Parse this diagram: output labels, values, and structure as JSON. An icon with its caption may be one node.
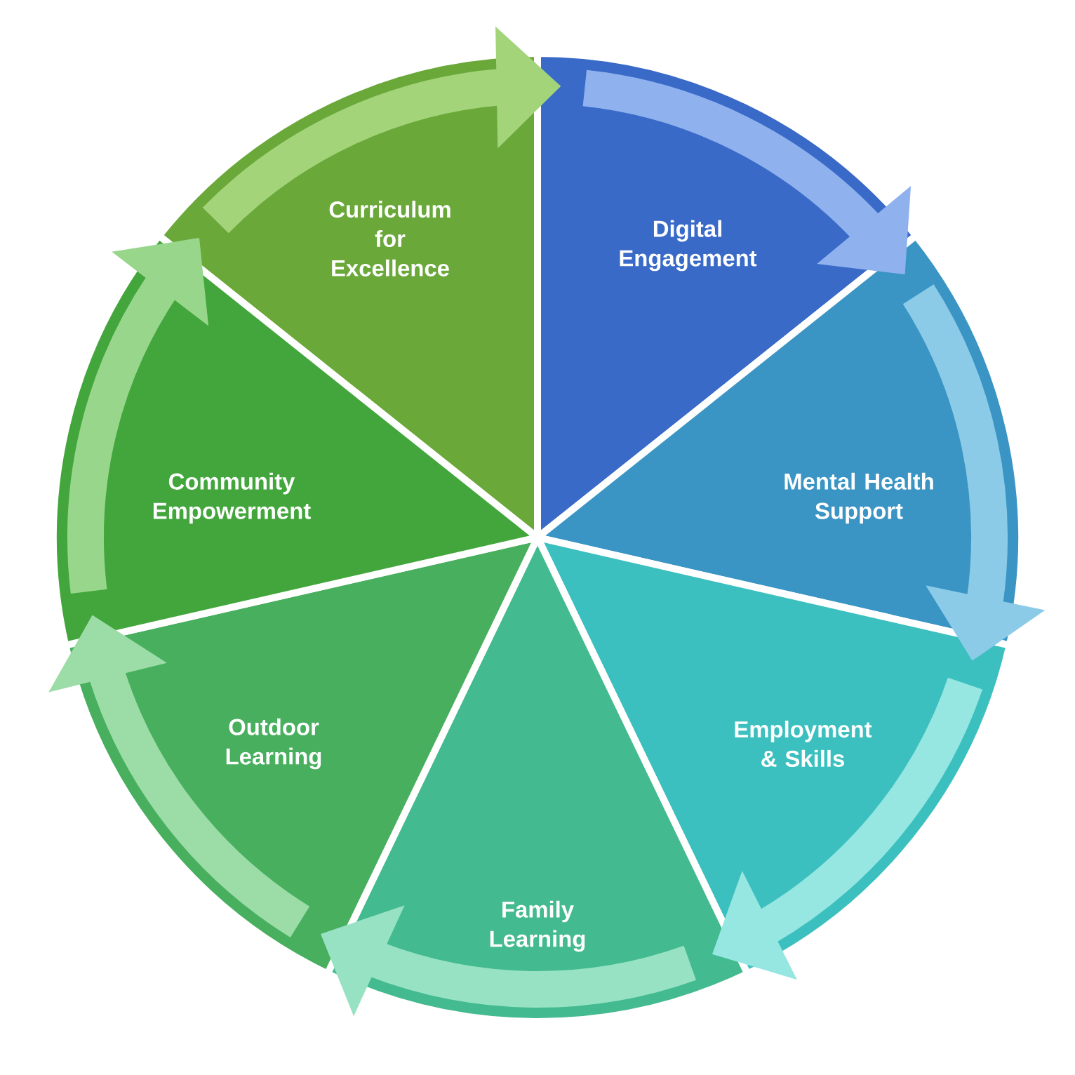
{
  "diagram": {
    "nodes": [
      {
        "text": [
          "Curriculum for Excellence"
        ]
      },
      {
        "text": [
          "Digital Engagement"
        ]
      },
      {
        "text": [
          "Mental Health Support"
        ]
      },
      {
        "text": [
          "Employment & Skills"
        ]
      },
      {
        "text": [
          "Family Learning"
        ]
      },
      {
        "text": [
          "Outdoor Learning"
        ]
      },
      {
        "text": [
          "Community Empowerment"
        ]
      }
    ],
    "edges": [
      {
        "from": 0,
        "to": 1,
        "arrow": "to",
        "color": "#a3d47a"
      },
      {
        "from": 1,
        "to": 2,
        "arrow": "to",
        "color": "#8fb2ee"
      },
      {
        "from": 2,
        "to": 3,
        "arrow": "to",
        "color": "#8ccbe8"
      },
      {
        "from": 3,
        "to": 4,
        "arrow": "to",
        "color": "#96e6e2"
      },
      {
        "from": 4,
        "to": 5,
        "arrow": "to",
        "color": "#98e2c4"
      },
      {
        "from": 5,
        "to": 6,
        "arrow": "to",
        "color": "#9cdca6"
      },
      {
        "from": 6,
        "to": 0,
        "arrow": "to",
        "color": "#98d68c"
      }
    ]
  }
}
